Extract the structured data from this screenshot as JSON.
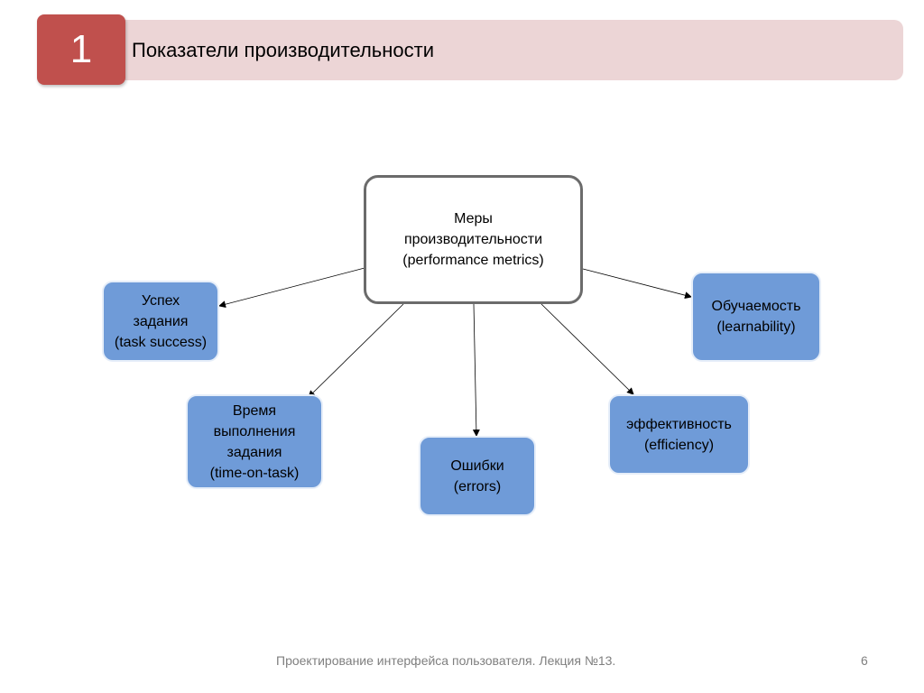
{
  "header": {
    "slide_number": "1",
    "title": "Показатели производительности"
  },
  "diagram": {
    "center": {
      "text": "Меры\nпроизводительности\n(performance metrics)"
    },
    "nodes": [
      {
        "id": "task-success",
        "text": "Успех\nзадания\n(task success)"
      },
      {
        "id": "time-on-task",
        "text": "Время\nвыполнения\nзадания\n(time-on-task)"
      },
      {
        "id": "errors",
        "text": "Ошибки\n(errors)"
      },
      {
        "id": "efficiency",
        "text": "эффективность\n(efficiency)"
      },
      {
        "id": "learnability",
        "text": "Обучаемость\n(learnability)"
      }
    ],
    "edges": [
      {
        "from": "center",
        "to": "task-success"
      },
      {
        "from": "center",
        "to": "time-on-task"
      },
      {
        "from": "center",
        "to": "errors"
      },
      {
        "from": "center",
        "to": "efficiency"
      },
      {
        "from": "center",
        "to": "learnability"
      }
    ],
    "colors": {
      "node_fill": "#6f9bd8",
      "center_border": "#6b6b6b",
      "accent": "#c0504d",
      "title_band": "#ecd5d6"
    }
  },
  "footer": {
    "text": "Проектирование интерфейса пользователя. Лекция №13.",
    "page_number": "6"
  }
}
